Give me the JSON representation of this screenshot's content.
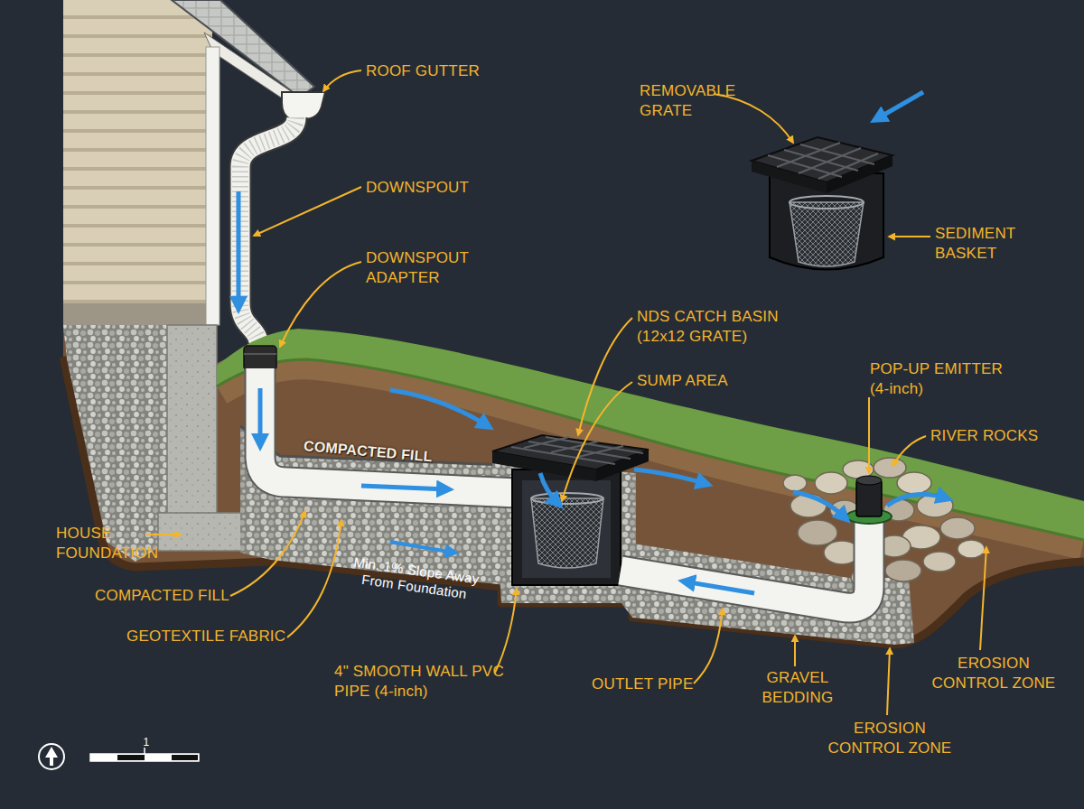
{
  "diagram": {
    "labels": [
      "ROOF GUTTER",
      "DOWNSPOUT",
      "DOWNSPOUT ADAPTER",
      "REMOVABLE GRATE",
      "SEDIMENT BASKET",
      "NDS CATCH BASIN (12x12 GRATE)",
      "SUMP AREA",
      "POP-UP EMITTER (4-inch)",
      "RIVER ROCKS",
      "COMPACTED FILL",
      "HOUSE FOUNDATION",
      "COMPACTED FILL",
      "GEOTEXTILE FABRIC",
      "Min. 1% Slope Away From Foundation",
      "4\" SMOOTH WALL PVC PIPE (4-inch)",
      "OUTLET PIPE",
      "GRAVEL BEDDING",
      "EROSION CONTROL ZONE",
      "EROSION CONTROL ZONE",
      "1"
    ]
  }
}
